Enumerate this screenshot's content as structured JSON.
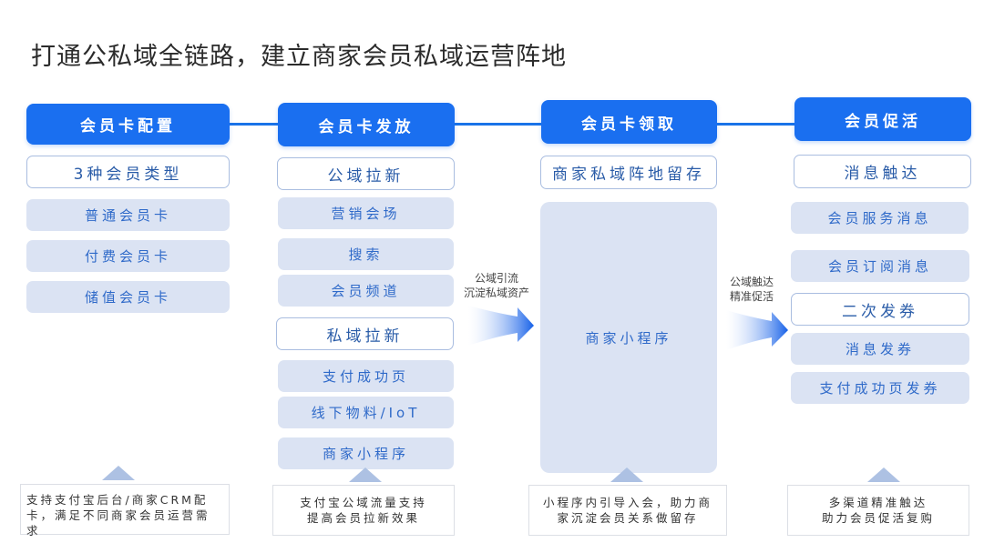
{
  "title": "打通公私域全链路，建立商家会员私域运营阵地",
  "colors": {
    "primary": "#1a6ff0",
    "item_bg": "#dbe3f3",
    "item_text": "#2f6ac9",
    "outline_border": "#a9bde0",
    "triangle": "#adc1e3"
  },
  "columns": [
    {
      "header": "会员卡配置",
      "groups": [
        {
          "title": "3种会员类型",
          "items": [
            "普通会员卡",
            "付费会员卡",
            "储值会员卡"
          ]
        }
      ],
      "note": "支持支付宝后台/商家CRM配卡，满足不同商家会员运营需求"
    },
    {
      "header": "会员卡发放",
      "groups": [
        {
          "title": "公域拉新",
          "items": [
            "营销会场",
            "搜索",
            "会员频道"
          ]
        },
        {
          "title": "私域拉新",
          "items": [
            "支付成功页",
            "线下物料/IoT",
            "商家小程序"
          ]
        }
      ],
      "note_lines": [
        "支付宝公域流量支持",
        "提高会员拉新效果"
      ]
    },
    {
      "header": "会员卡领取",
      "groups": [
        {
          "title": "商家私域阵地留存",
          "items": [
            "商家小程序"
          ]
        }
      ],
      "note_lines": [
        "小程序内引导入会，助力商",
        "家沉淀会员关系做留存"
      ]
    },
    {
      "header": "会员促活",
      "groups": [
        {
          "title": "消息触达",
          "items": [
            "会员服务消息",
            "会员订阅消息"
          ]
        },
        {
          "title": "二次发券",
          "items": [
            "消息发券",
            "支付成功页发券"
          ]
        }
      ],
      "note_lines": [
        "多渠道精准触达",
        "助力会员促活复购"
      ]
    }
  ],
  "flows": [
    {
      "lines": [
        "公域引流",
        "沉淀私域资产"
      ],
      "icon": "arrow-right-icon"
    },
    {
      "lines": [
        "公域触达",
        "精准促活"
      ],
      "icon": "arrow-right-icon"
    }
  ]
}
